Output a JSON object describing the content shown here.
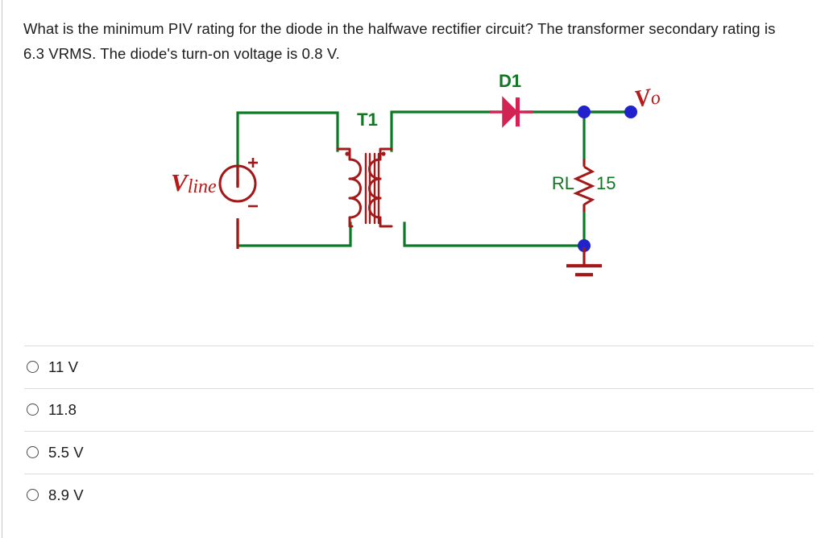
{
  "question": {
    "text": "What is the minimum PIV rating for the diode in the halfwave rectifier circuit? The transformer secondary rating is 6.3 VRMS. The diode's turn-on voltage is 0.8 V."
  },
  "circuit": {
    "title": "halfwave-rectifier-circuit",
    "colors": {
      "wire_green": "#0a7a25",
      "component_red": "#a31818",
      "diode_pink": "#d32254",
      "node_blue": "#2222cc",
      "label_green": "#117722",
      "label_red": "#b51b1b"
    },
    "labels": {
      "source": "Vline",
      "source_plus": "+",
      "source_minus": "−",
      "transformer": "T1",
      "diode": "D1",
      "load_name": "RL",
      "load_value": "15",
      "output": "Vo"
    }
  },
  "answers": {
    "options": [
      {
        "label": "11 V",
        "selected": false
      },
      {
        "label": "11.8",
        "selected": false
      },
      {
        "label": "5.5 V",
        "selected": false
      },
      {
        "label": "8.9 V",
        "selected": false
      }
    ]
  }
}
